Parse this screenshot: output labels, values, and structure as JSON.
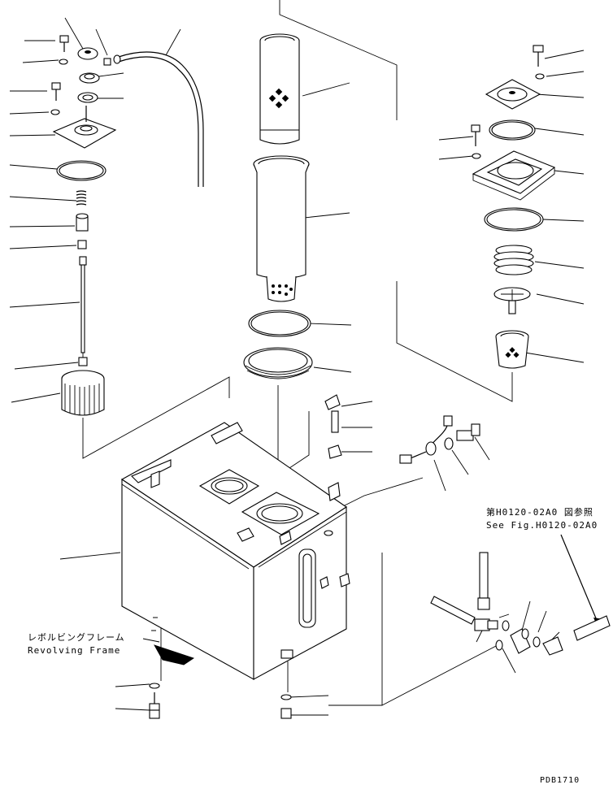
{
  "note_jp": "第H0120-02A0 図参照",
  "note_en": "See Fig.H0120-02A0",
  "frame_jp": "レボルビングフレーム",
  "frame_en": "Revolving Frame",
  "drawing_code": "PDB1710"
}
